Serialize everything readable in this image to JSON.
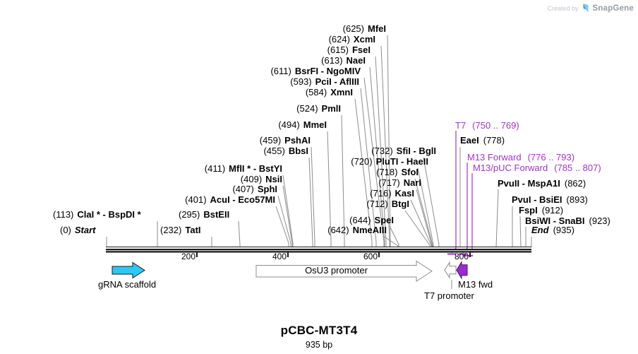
{
  "watermark": {
    "created_by": "Created by",
    "brand": "SnapGene"
  },
  "map": {
    "title": "pCBC-MT3T4",
    "length_label": "935 bp",
    "ruler_ticks": [
      "200",
      "400",
      "600",
      "800"
    ],
    "colors": {
      "grna_fill": "#2EC6F5",
      "primer_purple": "#A233CE",
      "arrow_purple": "#9A2BD0",
      "leader_gray": "#8c8c8c"
    },
    "features": {
      "grna": {
        "label": "gRNA scaffold"
      },
      "osu3": {
        "label": "OsU3 promoter"
      },
      "t7_promoter": {
        "label": "T7 promoter"
      },
      "m13_fwd": {
        "label": "M13 fwd"
      }
    },
    "primers": [
      {
        "name": "T7",
        "range": "(750 .. 769)"
      },
      {
        "name": "M13 Forward",
        "range": "(776 .. 793)"
      },
      {
        "name": "M13/pUC Forward",
        "range": "(785 .. 807)"
      }
    ],
    "sites": [
      {
        "pos": "(625)",
        "name": "MfeI"
      },
      {
        "pos": "(624)",
        "name": "XcmI"
      },
      {
        "pos": "(615)",
        "name": "FseI"
      },
      {
        "pos": "(613)",
        "name": "NaeI"
      },
      {
        "pos": "(611)",
        "name": "BsrFI - NgoMIV"
      },
      {
        "pos": "(593)",
        "name": "PciI - AflIII"
      },
      {
        "pos": "(584)",
        "name": "XmnI"
      },
      {
        "pos": "(524)",
        "name": "PmlI"
      },
      {
        "pos": "(494)",
        "name": "MmeI"
      },
      {
        "pos": "(459)",
        "name": "PshAI"
      },
      {
        "pos": "(455)",
        "name": "BbsI"
      },
      {
        "pos": "(411)",
        "name": "MflI * - BstYI"
      },
      {
        "pos": "(409)",
        "name": "NsiI"
      },
      {
        "pos": "(407)",
        "name": "SphI"
      },
      {
        "pos": "(401)",
        "name": "AcuI - Eco57MI"
      },
      {
        "pos": "(113)",
        "name": "ClaI * - BspDI *"
      },
      {
        "pos": "(295)",
        "name": "BstEII"
      },
      {
        "pos": "(0)",
        "name": "Start"
      },
      {
        "pos": "(232)",
        "name": "TatI"
      },
      {
        "pos": "(732)",
        "name": "SfiI - BglI"
      },
      {
        "pos": "(720)",
        "name": "PluTI - HaeII"
      },
      {
        "pos": "(718)",
        "name": "SfoI"
      },
      {
        "pos": "(717)",
        "name": "NarI"
      },
      {
        "pos": "(716)",
        "name": "KasI"
      },
      {
        "pos": "(712)",
        "name": "BtgI"
      },
      {
        "pos": "(644)",
        "name": "SpeI"
      },
      {
        "pos": "(642)",
        "name": "NmeAIII"
      },
      {
        "pos": "(778)",
        "name": "EaeI"
      },
      {
        "pos": "(862)",
        "name": "PvuII - MspA1I"
      },
      {
        "pos": "(893)",
        "name": "PvuI - BsiEI"
      },
      {
        "pos": "(912)",
        "name": "FspI"
      },
      {
        "pos": "(923)",
        "name": "BsiWI - SnaBI"
      },
      {
        "pos": "(935)",
        "name": "End"
      }
    ]
  }
}
